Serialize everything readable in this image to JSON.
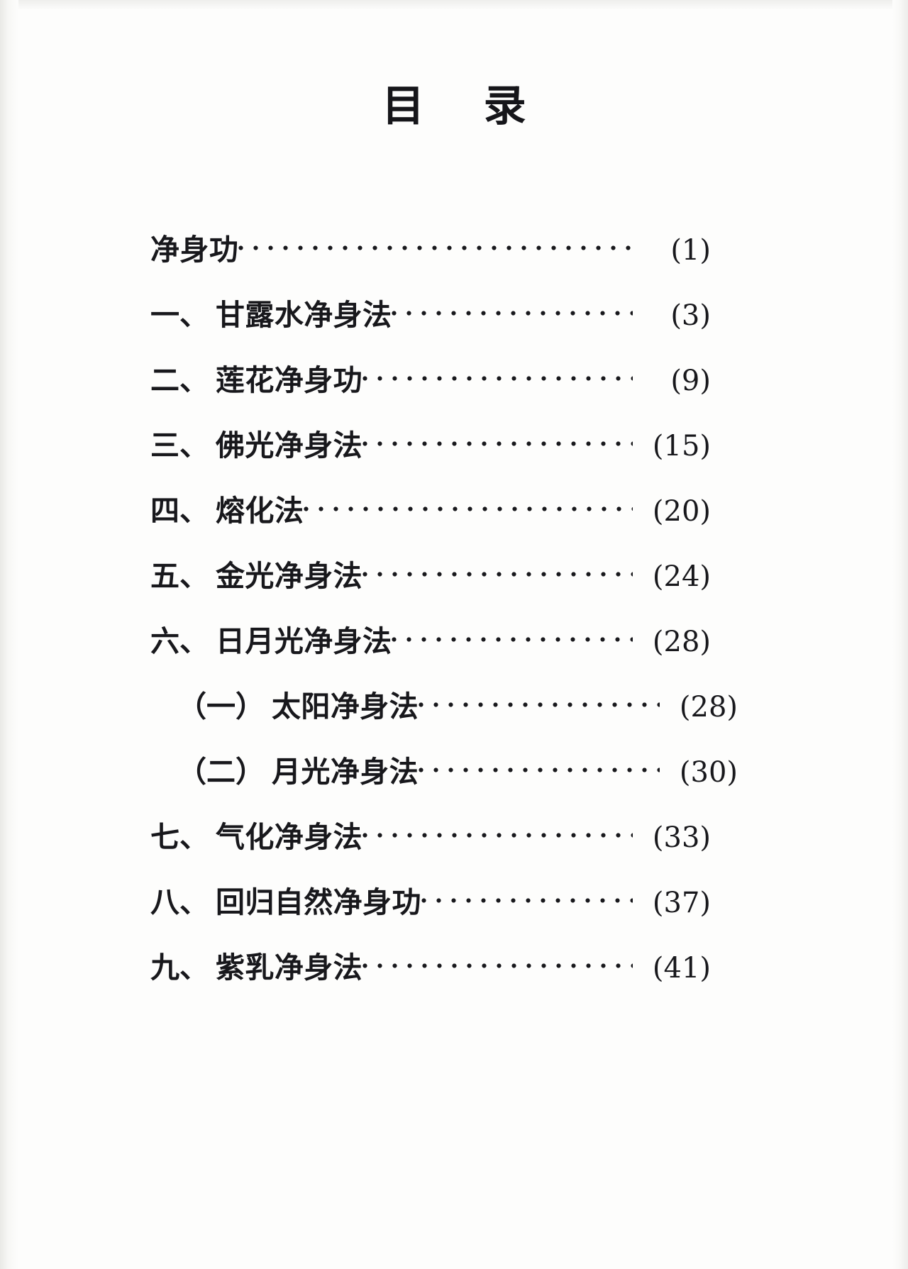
{
  "document": {
    "title": "目  录",
    "title_chars": "目 录",
    "page_kind": "table-of-contents"
  },
  "toc": {
    "entries": [
      {
        "marker": "",
        "label": "净身功",
        "page": "(1)",
        "level": 1
      },
      {
        "marker": "一、",
        "label": "甘露水净身法",
        "page": "(3)",
        "level": 1
      },
      {
        "marker": "二、",
        "label": "莲花净身功",
        "page": "(9)",
        "level": 1
      },
      {
        "marker": "三、",
        "label": "佛光净身法",
        "page": "(15)",
        "level": 1
      },
      {
        "marker": "四、",
        "label": "熔化法",
        "page": "(20)",
        "level": 1
      },
      {
        "marker": "五、",
        "label": "金光净身法",
        "page": "(24)",
        "level": 1
      },
      {
        "marker": "六、",
        "label": "日月光净身法",
        "page": "(28)",
        "level": 1
      },
      {
        "marker": "（一）",
        "label": "太阳净身法",
        "page": "(28)",
        "level": 2
      },
      {
        "marker": "（二）",
        "label": "月光净身法",
        "page": "(30)",
        "level": 2
      },
      {
        "marker": "七、",
        "label": "气化净身法",
        "page": "(33)",
        "level": 1
      },
      {
        "marker": "八、",
        "label": "回归自然净身功",
        "page": "(37)",
        "level": 1
      },
      {
        "marker": "九、",
        "label": "紫乳净身法",
        "page": "(41)",
        "level": 1
      }
    ]
  },
  "colors": {
    "ink": "#18181c",
    "paper": "#fdfdfc"
  }
}
